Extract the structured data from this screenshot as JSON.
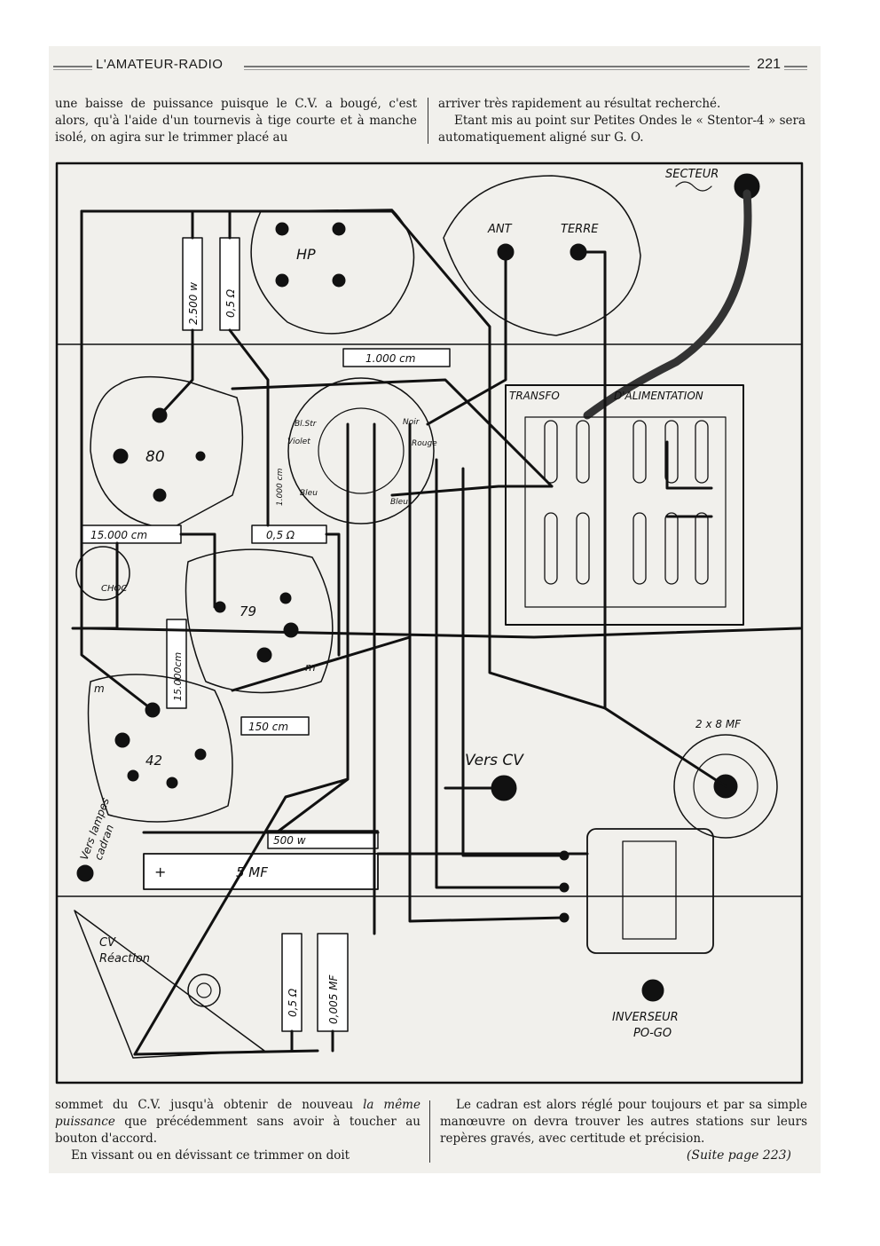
{
  "header": {
    "title": "L'AMATEUR-RADIO",
    "page_number": "221"
  },
  "top_text": {
    "left_col": "une baisse de puissance puisque le C.V. a bougé, c'est alors, qu'à l'aide d'un tournevis à tige courte et à manche isolé, on agira sur le trimmer placé au",
    "right_line1": "arriver très rapidement au résultat recherché.",
    "right_para2": "Etant mis au point sur Petites Ondes le « Stentor-4 » sera automatiquement aligné sur G. O."
  },
  "diagram": {
    "labels": {
      "secteur": "SECTEUR",
      "ant": "ANT",
      "terre": "TERRE",
      "hp": "HP",
      "transfo": "TRANSFO",
      "alimentation": "D'ALIMENTATION",
      "r_2500": "2.500 w",
      "r_05_top": "0,5 Ω",
      "r_1000cm": "1.000 cm",
      "tube_80": "80",
      "wire_blstr": "Bl.Str",
      "wire_violet": "Violet",
      "wire_noir": "Noir",
      "wire_rouge": "Rouge",
      "wire_bleu": "Bleu",
      "wire_bleu2": "Bleu",
      "c_1000": "1.000 cm",
      "r_15000cm": "15.000 cm",
      "r_05_mid": "0,5 Ω",
      "choc": "CHOC",
      "tube_79": "79",
      "c_15000cm": "15.000cm",
      "m1": "m",
      "m2": "m",
      "c_150cm": "150 cm",
      "tube_42": "42",
      "vers_cv": "Vers CV",
      "cap_2x8": "2 x 8 MF",
      "vers_lampes_1": "Vers lampes",
      "vers_lampes_2": "cadran",
      "r_500w": "500 w",
      "plus": "+",
      "cap_5mf": "5 MF",
      "cv_1": "CV",
      "cv_2": "Réaction",
      "r_05_bot": "0,5 Ω",
      "c_0005": "0,005 MF",
      "inverseur_1": "INVERSEUR",
      "inverseur_2": "PO-GO"
    }
  },
  "bottom_text": {
    "left_col_html_parts": {
      "p1_a": "sommet du C.V. jusqu'à obtenir de nouveau ",
      "p1_b": "la même puissance",
      "p1_c": " que précédemment sans avoir à toucher au bouton d'accord.",
      "p2": "En vissant ou en dévissant ce trimmer on doit"
    },
    "right_col": "Le cadran est alors réglé pour toujours et par sa simple manœuvre on devra trouver les autres stations sur leurs repères gravés, avec certitude et précision.",
    "continued": "(Suite page 223)"
  }
}
